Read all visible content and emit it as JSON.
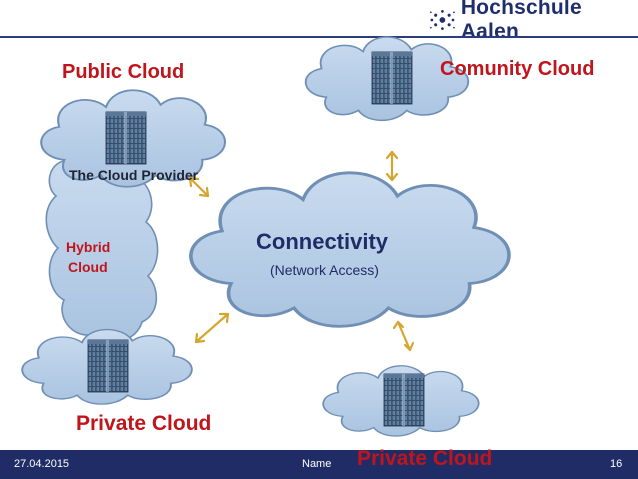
{
  "header": {
    "logo_text": "Hochschule Aalen"
  },
  "diagram": {
    "labels": {
      "public_cloud": "Public Cloud",
      "community_cloud": "Comunity Cloud",
      "private_cloud_left": "Private Cloud",
      "private_cloud_bottom": "Private Cloud",
      "cloud_provider": "The Cloud Provider",
      "hybrid_line1": "Hybrid",
      "hybrid_line2": "Cloud",
      "connectivity": "Connectivity",
      "network_access": "(Network Access)"
    }
  },
  "footer": {
    "date": "27.04.2015",
    "name": "Name",
    "page_number": "16"
  },
  "colors": {
    "cloud_fill": "#b9cfe7",
    "cloud_stroke": "#6f8fb5",
    "arrow": "#d3a72f",
    "red_label": "#c0151c",
    "navy": "#1f2c66"
  }
}
